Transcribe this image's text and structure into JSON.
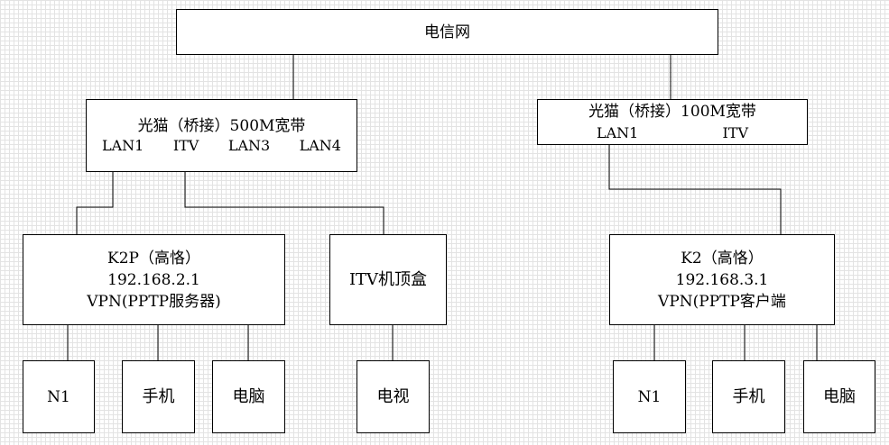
{
  "telecom": {
    "label": "电信网"
  },
  "modem_left": {
    "title": "光猫（桥接）500M宽带",
    "ports": [
      "LAN1",
      "ITV",
      "LAN3",
      "LAN4"
    ]
  },
  "modem_right": {
    "title": "光猫（桥接）100M宽带",
    "ports": [
      "LAN1",
      "ITV"
    ]
  },
  "router_left": {
    "name": "K2P（高恪）",
    "ip": "192.168.2.1",
    "vpn": "VPN(PPTP服务器)"
  },
  "itv_box": {
    "label": "ITV机顶盒"
  },
  "router_right": {
    "name": "K2（高恪）",
    "ip": "192.168.3.1",
    "vpn": "VPN(PPTP客户端"
  },
  "devices_left": [
    "N1",
    "手机",
    "电脑"
  ],
  "tv": {
    "label": "电视"
  },
  "devices_right": [
    "N1",
    "手机",
    "电脑"
  ]
}
